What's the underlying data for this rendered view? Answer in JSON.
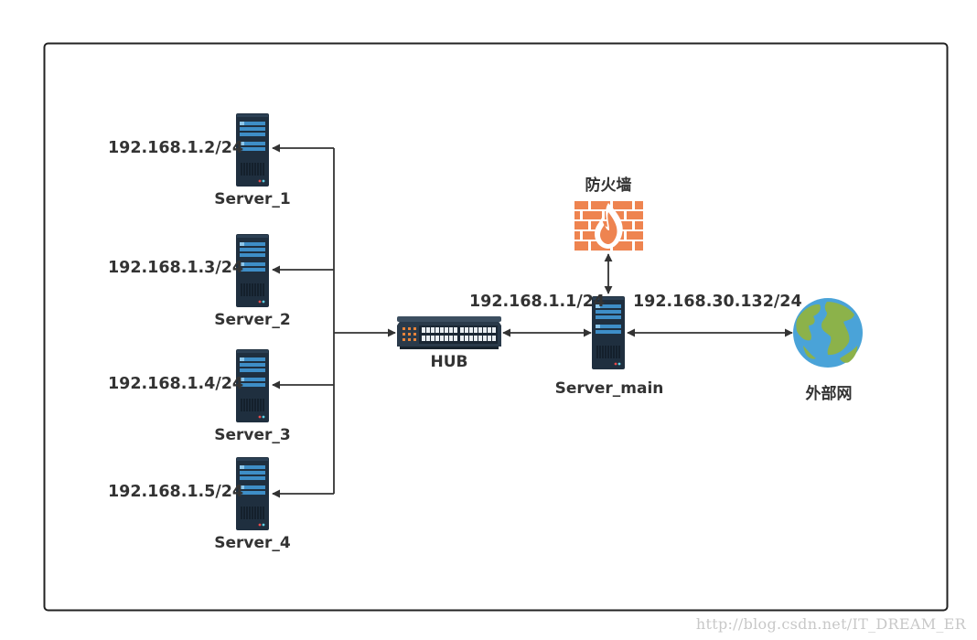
{
  "servers": [
    {
      "name": "Server_1",
      "ip": "192.168.1.2/24"
    },
    {
      "name": "Server_2",
      "ip": "192.168.1.3/24"
    },
    {
      "name": "Server_3",
      "ip": "192.168.1.4/24"
    },
    {
      "name": "Server_4",
      "ip": "192.168.1.5/24"
    }
  ],
  "hub": {
    "label": "HUB"
  },
  "server_main": {
    "label": "Server_main",
    "ip_internal": "192.168.1.1/24",
    "ip_external": "192.168.30.132/24"
  },
  "firewall": {
    "label": "防火墙"
  },
  "internet": {
    "label": "外部网"
  },
  "watermark": "http://blog.csdn.net/IT_DREAM_ER",
  "colors": {
    "frame": "#222222",
    "line": "#333333",
    "server_body": "#1f2f3f",
    "server_panel": "#3e8ec7",
    "firewall": "#ee8450",
    "globe_sea": "#4aa3d8",
    "globe_land": "#8cb24a"
  }
}
